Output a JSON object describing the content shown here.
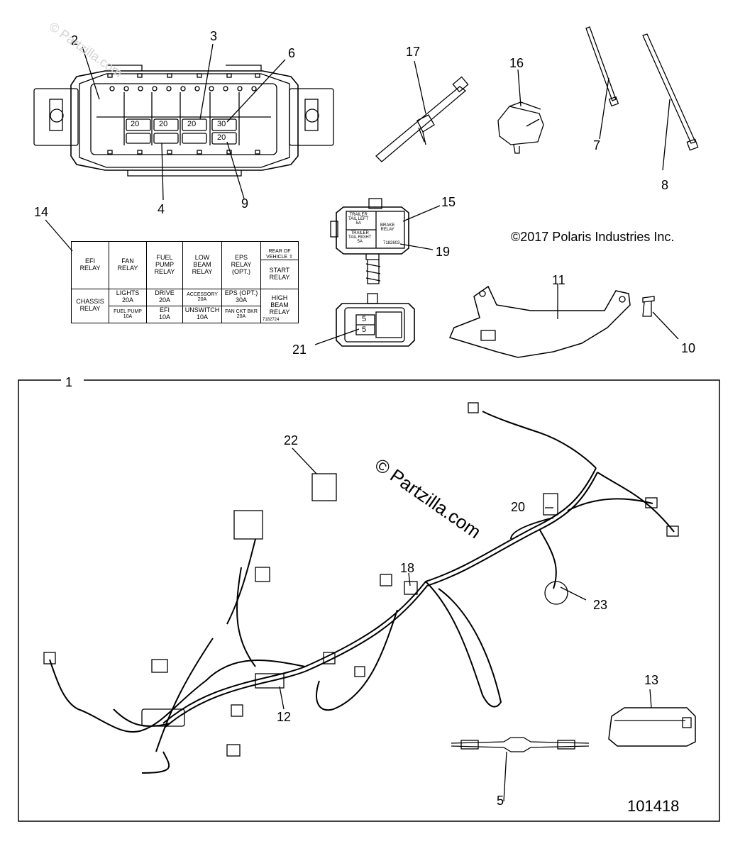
{
  "copyright": "©2017 Polaris Industries Inc.",
  "watermark": "© Partzilla.com",
  "watermark_faint": "© Partzilla.com",
  "diagram_number": "101418",
  "callouts": {
    "c1": "1",
    "c2": "2",
    "c3": "3",
    "c4": "4",
    "c5": "5",
    "c6": "6",
    "c7": "7",
    "c8": "8",
    "c9": "9",
    "c10": "10",
    "c11": "11",
    "c12": "12",
    "c13": "13",
    "c14": "14",
    "c15": "15",
    "c16": "16",
    "c17": "17",
    "c18": "18",
    "c19": "19",
    "c20": "20",
    "c21": "21",
    "c22": "22",
    "c23": "23"
  },
  "fuse_box_values": [
    "20",
    "20",
    "20",
    "30",
    "20"
  ],
  "relay_label": {
    "trailer_left": "TRAILER\nTAIL LEFT\n5A",
    "trailer_right": "TRAILER\nTAIL RIGHT\n5A",
    "brake": "BRAKE\nRELAY",
    "part_no": "7182603"
  },
  "connector_values": [
    "5",
    "5"
  ],
  "fuse_table": {
    "row1": [
      "EFI\nRELAY",
      "FAN\nRELAY",
      "FUEL\nPUMP\nRELAY",
      "LOW\nBEAM\nRELAY",
      "EPS\nRELAY\n(OPT.)",
      "REAR OF\nVEHICLE ⇧"
    ],
    "row1b": "START\nRELAY",
    "row2": [
      "CHASSIS\nRELAY",
      "LIGHTS\n20A",
      "DRIVE\n20A",
      "ACCESSORY\n20A",
      "EPS (OPT.)\n30A",
      "HIGH\nBEAM\nRELAY"
    ],
    "row3": [
      "FUEL PUMP\n10A",
      "EFI\n10A",
      "UNSWITCH\n10A",
      "FAN CKT BKR\n20A"
    ],
    "table_no": "7182724"
  }
}
